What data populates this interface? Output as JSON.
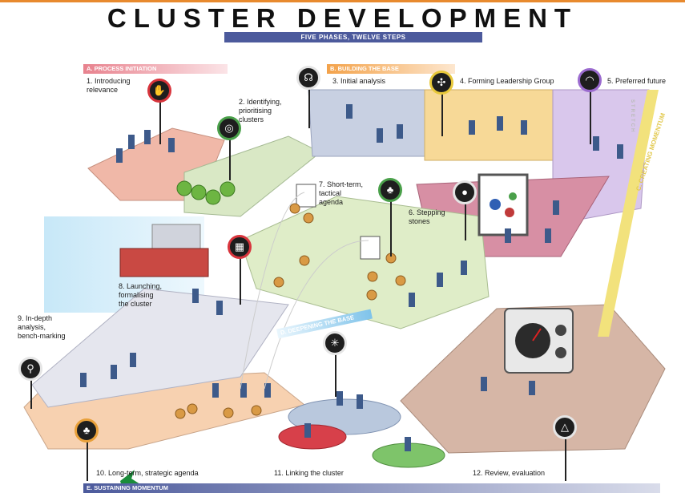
{
  "title": "CLUSTER DEVELOPMENT",
  "subtitle": "FIVE PHASES, TWELVE STEPS",
  "phases": {
    "a": "A. PROCESS INITIATION",
    "b": "B. BUILDING THE BASE",
    "c": "C. CREATING MOMENTUM",
    "d": "D. DEEPENING THE BASE",
    "e": "E. SUSTAINING MOMENTUM"
  },
  "watermark": "STRETCH",
  "steps": {
    "s1a": "1. Introducing",
    "s1b": "relevance",
    "s2a": "2. Identifying,",
    "s2b": "prioritising",
    "s2c": "clusters",
    "s3": "3. Initial analysis",
    "s4": "4. Forming Leadership Group",
    "s5": "5. Preferred future",
    "s6a": "6. Stepping",
    "s6b": "stones",
    "s7a": "7. Short-term,",
    "s7b": "tactical",
    "s7c": "agenda",
    "s8a": "8. Launching,",
    "s8b": "formalising",
    "s8c": "the cluster",
    "s9a": "9. In-depth",
    "s9b": "analysis,",
    "s9c": "bench-marking",
    "s10": "10. Long-term, strategic agenda",
    "s11": "11. Linking the cluster",
    "s12": "12. Review, evaluation"
  },
  "icons": {
    "i1": "handshake-icon",
    "i2": "target-icon",
    "i3": "stethoscope-icon",
    "i4": "puzzle-icon",
    "i5": "horizon-icon",
    "i6": "stones-icon",
    "i7": "tree-icon",
    "i8": "flowchart-icon",
    "i9": "microscope-icon",
    "i10": "tree-icon",
    "i11": "network-icon",
    "i12": "compass-icon"
  },
  "colors": {
    "phase_a": "#e8828e",
    "phase_b": "#f3a24a",
    "phase_c": "#e8d35a",
    "phase_d": "#7fc3ea",
    "phase_e": "#4c5a9c"
  }
}
